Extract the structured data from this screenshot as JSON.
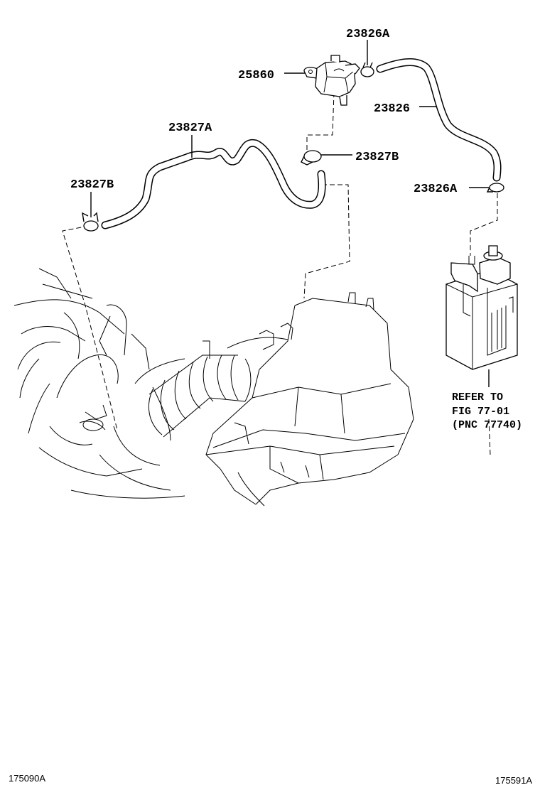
{
  "parts": {
    "p23826A_top": "23826A",
    "p25860": "25860",
    "p23826": "23826",
    "p23827A": "23827A",
    "p23827B_right": "23827B",
    "p23827B_left": "23827B",
    "p23826A_right": "23826A"
  },
  "reference": {
    "line1": "REFER TO",
    "line2": "FIG 77-01",
    "line3": "(PNC 77740)"
  },
  "footer": {
    "left_code": "175090A",
    "right_code": "175591A"
  }
}
